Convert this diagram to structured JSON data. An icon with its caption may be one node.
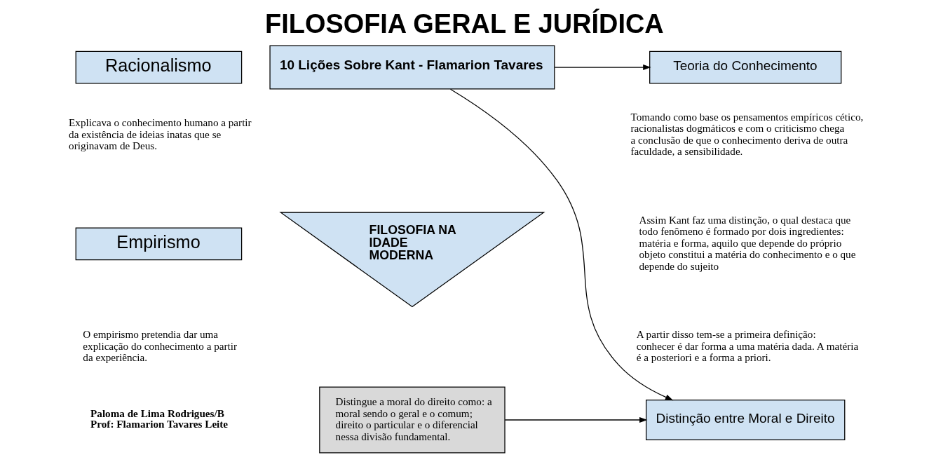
{
  "diagram": {
    "title": "FILOSOFIA GERAL E JURÍDICA",
    "nodes": [
      {
        "text": [
          "Racionalismo"
        ]
      },
      {
        "text": [
          "10 Lições Sobre Kant - Flamarion Tavares"
        ]
      },
      {
        "text": [
          "Teoria do Conhecimento"
        ]
      },
      {
        "text": [
          "Empirismo"
        ]
      },
      {
        "text": [
          "FILOSOFIA NA IDADE MODERNA"
        ]
      },
      {
        "text": [
          "Distingue a moral do direito como: a moral sendo o geral e o comum; direito o particular e o diferencial nessa divisão fundamental."
        ]
      },
      {
        "text": [
          "Distinção entre Moral e Direito"
        ]
      }
    ],
    "edges": [
      {
        "from": 1,
        "to": 2,
        "arrow": "to"
      },
      {
        "from": 1,
        "to": 6,
        "arrow": "to"
      },
      {
        "from": 5,
        "to": 6,
        "arrow": "to"
      }
    ],
    "labels": [
      "Explicava o conhecimento humano a partir da existência de ideias inatas que se originavam de Deus.",
      "Tomando como base os pensamentos empíricos cético, racionalistas dogmáticos e com o criticismo chega a conclusão de que o conhecimento deriva de outra faculdade, a sensibilidade.",
      "Assim Kant faz uma distinção, o qual destaca que todo fenômeno é formado por dois ingredientes: matéria e forma, aquilo que depende do próprio objeto constitui a matéria do conhecimento e o que depende do sujeito",
      "O empirismo pretendia dar uma explicação do conhecimento a partir da experiência.",
      "A partir disso tem-se a primeira definição: conhecer é dar forma a uma matéria dada. A matéria é a posteriori e a forma a priori.",
      "Paloma de Lima Rodrigues/B Prof: Flamarion Tavares Leite"
    ]
  }
}
